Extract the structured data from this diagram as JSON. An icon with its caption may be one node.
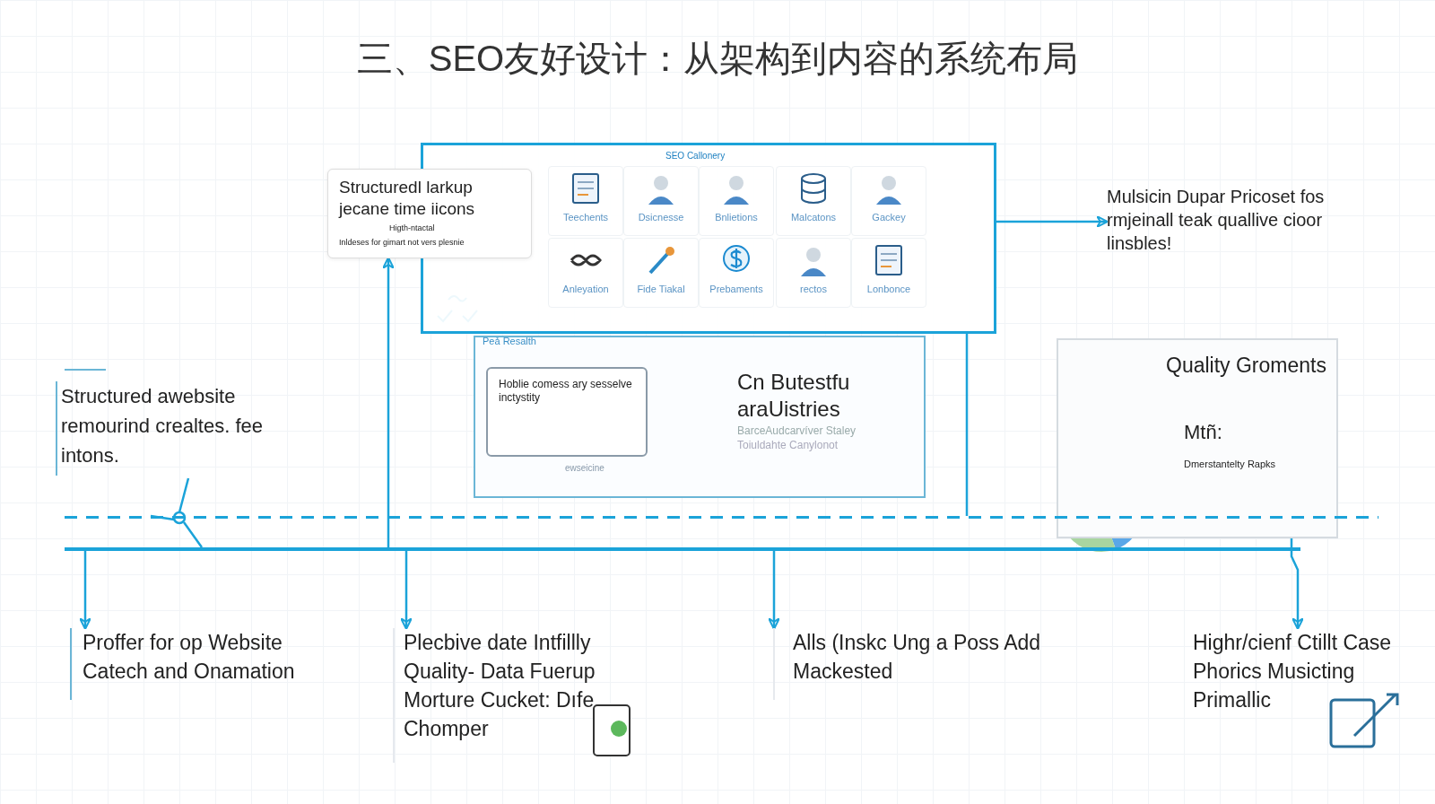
{
  "diagram": {
    "title": "三、SEO友好设计：从架构到内容的系统布局",
    "nodes": [
      {
        "text": [
          "SEO Callonery"
        ]
      },
      {
        "text": [
          "Teechents"
        ],
        "in": 0
      },
      {
        "text": [
          "Dsicnesse"
        ],
        "in": 0
      },
      {
        "text": [
          "Bnlietions"
        ],
        "in": 0
      },
      {
        "text": [
          "Malcatons"
        ],
        "in": 0
      },
      {
        "text": [
          "Gackey"
        ],
        "in": 0
      },
      {
        "text": [
          "Anleyation"
        ],
        "in": 0
      },
      {
        "text": [
          "Fide Tiakal"
        ],
        "in": 0
      },
      {
        "text": [
          "Prebaments"
        ],
        "in": 0
      },
      {
        "text": [
          "rectos"
        ],
        "in": 0
      },
      {
        "text": [
          "Lonbonce"
        ],
        "in": 0
      },
      {
        "text": [
          "Structuredl larkup jecane time iicons",
          "Higth-ntactal",
          "Inldeses for gimart not vers plesnie"
        ]
      },
      {
        "text": [
          "Mulsicin Dupar Pricoset fos rmjeinall teak quallive cioor linsbles!"
        ]
      },
      {
        "text": [
          "Structured awebsite remourind crealtes. fee intons."
        ]
      },
      {
        "text": [
          "Peả Resalth",
          "ewseicine",
          "Cn Butestfu araUistries",
          "BarceAudcarvíver Staley",
          "Toiuldahte Canylonot"
        ]
      },
      {
        "text": [
          "Hoblie comess ary sesselve inctystity"
        ],
        "in": 14
      },
      {
        "text": [
          "Quality Groments",
          "Mtñ:",
          "Dmerstantelty Rapks"
        ]
      },
      {
        "text": [
          "Proffer for op Website Catech and Onamation"
        ]
      },
      {
        "text": [
          "Plecbive date Intfillly Quality- Data Fuerup Morture Cucket: Dıfe Chomper"
        ]
      },
      {
        "text": [
          "Alls (Inskc Ung a Poss Add Mackested"
        ]
      },
      {
        "text": [
          "Highr/cienf Ctillt Case Phorics Musicting Primallic"
        ]
      },
      {
        "text": [],
        "shape": "bar"
      },
      {
        "text": [],
        "shape": "bar"
      }
    ],
    "edges": [
      {
        "from": 0,
        "to": 12,
        "arrow": "to"
      },
      {
        "from": 22,
        "to": 17,
        "arrow": "to"
      },
      {
        "from": 22,
        "to": 18,
        "arrow": "to"
      },
      {
        "from": 22,
        "to": 19,
        "arrow": "to"
      },
      {
        "from": 16,
        "to": 20,
        "arrow": "to"
      },
      {
        "from": 22,
        "to": 11,
        "arrow": "to"
      },
      {
        "from": 0,
        "to": 21,
        "arrow": "none"
      }
    ]
  }
}
